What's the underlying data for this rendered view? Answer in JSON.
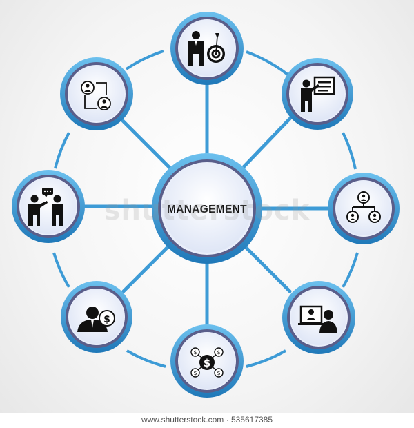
{
  "diagram": {
    "center": {
      "label": "MANAGEMENT"
    },
    "colors": {
      "ring": "#3d9bd6",
      "ring_dark": "#1f78b8",
      "inner_border": "#5a5e8a",
      "inner_fill": "#eef2fb",
      "icon": "#111111"
    },
    "nodes": [
      {
        "id": "target",
        "icon": "businessman-target-icon"
      },
      {
        "id": "presentation",
        "icon": "presentation-board-icon"
      },
      {
        "id": "hierarchy",
        "icon": "org-hierarchy-icon"
      },
      {
        "id": "online",
        "icon": "video-meeting-icon"
      },
      {
        "id": "money",
        "icon": "money-flow-icon"
      },
      {
        "id": "payment",
        "icon": "businessman-dollar-icon"
      },
      {
        "id": "discussion",
        "icon": "discussion-icon"
      },
      {
        "id": "workflow",
        "icon": "people-workflow-icon"
      }
    ]
  },
  "watermark": "shutterstock",
  "footer": {
    "text": "www.shutterstock.com · 535617385"
  }
}
